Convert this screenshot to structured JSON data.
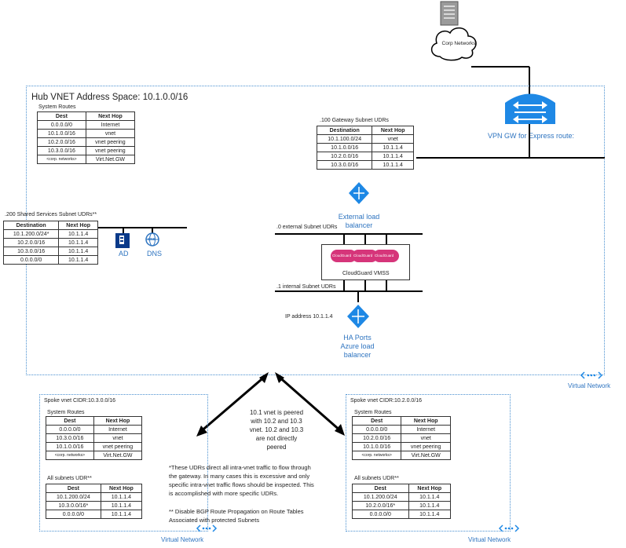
{
  "corp": {
    "label": "Corp Networks"
  },
  "hub": {
    "title": "Hub VNET Address Space: 10.1.0.0/16",
    "badge": "Virtual Network"
  },
  "system_routes": {
    "title": "System Routes",
    "headers": [
      "Dest",
      "Next Hop"
    ],
    "rows": [
      [
        "0.0.0.0/0",
        "Internet"
      ],
      [
        "10.1.0.0/16",
        "vnet"
      ],
      [
        "10.2.0.0/16",
        "vnet peering"
      ],
      [
        "10.3.0.0/16",
        "vnet peering"
      ],
      [
        "<corp. networks>",
        "Virt.Net.GW"
      ]
    ]
  },
  "gateway_udrs": {
    "title": ".100 Gateway Subnet UDRs",
    "headers": [
      "Destination",
      "Next Hop"
    ],
    "rows": [
      [
        "10.1.100.0/24",
        "vnet"
      ],
      [
        "10.1.0.0/16",
        "10.1.1.4"
      ],
      [
        "10.2.0.0/16",
        "10.1.1.4"
      ],
      [
        "10.3.0.0/16",
        "10.1.1.4"
      ]
    ]
  },
  "vpn": {
    "label": "VPN GW for Express route:"
  },
  "shared_udrs": {
    "title": ".200 Shared Services Subnet UDRs**",
    "headers": [
      "Destination",
      "Next Hop"
    ],
    "rows": [
      [
        "10.1.200.0/24*",
        "10.1.1.4"
      ],
      [
        "10.2.0.0/16",
        "10.1.1.4"
      ],
      [
        "10.3.0.0/16",
        "10.1.1.4"
      ],
      [
        "0.0.0.0/0",
        "10.1.1.4"
      ]
    ]
  },
  "ad": {
    "label": "AD"
  },
  "dns": {
    "label": "DNS",
    "icon_text": "DNS"
  },
  "ext_lb": {
    "line1": "External load",
    "line2": "balancer"
  },
  "ext_subnet": {
    "label": ".0 external Subnet UDRs"
  },
  "cloudguard": {
    "label": "CloudGuard VMSS",
    "badge": "CloudGuard"
  },
  "int_subnet": {
    "label": ".1 internal Subnet UDRs"
  },
  "ip_address": {
    "label": "IP address 10.1.1.4"
  },
  "ha_lb": {
    "line1": "HA Ports",
    "line2": "Azure load",
    "line3": "balancer"
  },
  "peering_note": {
    "line1": "10.1 vnet is peered",
    "line2": "with 10.2 and 10.3",
    "line3": "vnet. 10.2 and 10.3",
    "line4": "are not directly",
    "line5": "peered"
  },
  "spoke3": {
    "title": "Spoke vnet CIDR:10.3.0.0/16",
    "sys_title": "System Routes",
    "sys_headers": [
      "Dest",
      "Next Hop"
    ],
    "sys_rows": [
      [
        "0.0.0.0/0",
        "Internet"
      ],
      [
        "10.3.0.0/16",
        "vnet"
      ],
      [
        "10.1.0.0/16",
        "vnet peering"
      ],
      [
        "<corp. networks>",
        "Virt.Net.GW"
      ]
    ],
    "udr_title": "All subnets UDR**",
    "udr_headers": [
      "Dest",
      "Next Hop"
    ],
    "udr_rows": [
      [
        "10.1.200.0/24",
        "10.1.1.4"
      ],
      [
        "10.3.0.0/16*",
        "10.1.1.4"
      ],
      [
        "0.0.0.0/0",
        "10.1.1.4"
      ]
    ],
    "badge": "Virtual Network"
  },
  "spoke2": {
    "title": "Spoke vnet CIDR:10.2.0.0/16",
    "sys_title": "System Routes",
    "sys_headers": [
      "Dest",
      "Next Hop"
    ],
    "sys_rows": [
      [
        "0.0.0.0/0",
        "Internet"
      ],
      [
        "10.2.0.0/16",
        "vnet"
      ],
      [
        "10.1.0.0/16",
        "vnet peering"
      ],
      [
        "<corp. networks>",
        "Virt.Net.GW"
      ]
    ],
    "udr_title": "All subnets UDR**",
    "udr_headers": [
      "Dest",
      "Next Hop"
    ],
    "udr_rows": [
      [
        "10.1.200.0/24",
        "10.1.1.4"
      ],
      [
        "10.2.0.0/16*",
        "10.1.1.4"
      ],
      [
        "0.0.0.0/0",
        "10.1.1.4"
      ]
    ],
    "badge": "Virtual Network"
  },
  "footnote": {
    "line1": "*These UDRs direct all intra-vnet traffic to flow through",
    "line2": "the gateway. In many cases this is excessive and only",
    "line3": "specific intra-vnet traffic flows should be inspected. This",
    "line4": "is accomplished with more specific UDRs.",
    "line5": "** Disable BGP Route Propagation on Route Tables",
    "line6": "Associated with protected Subnets"
  }
}
